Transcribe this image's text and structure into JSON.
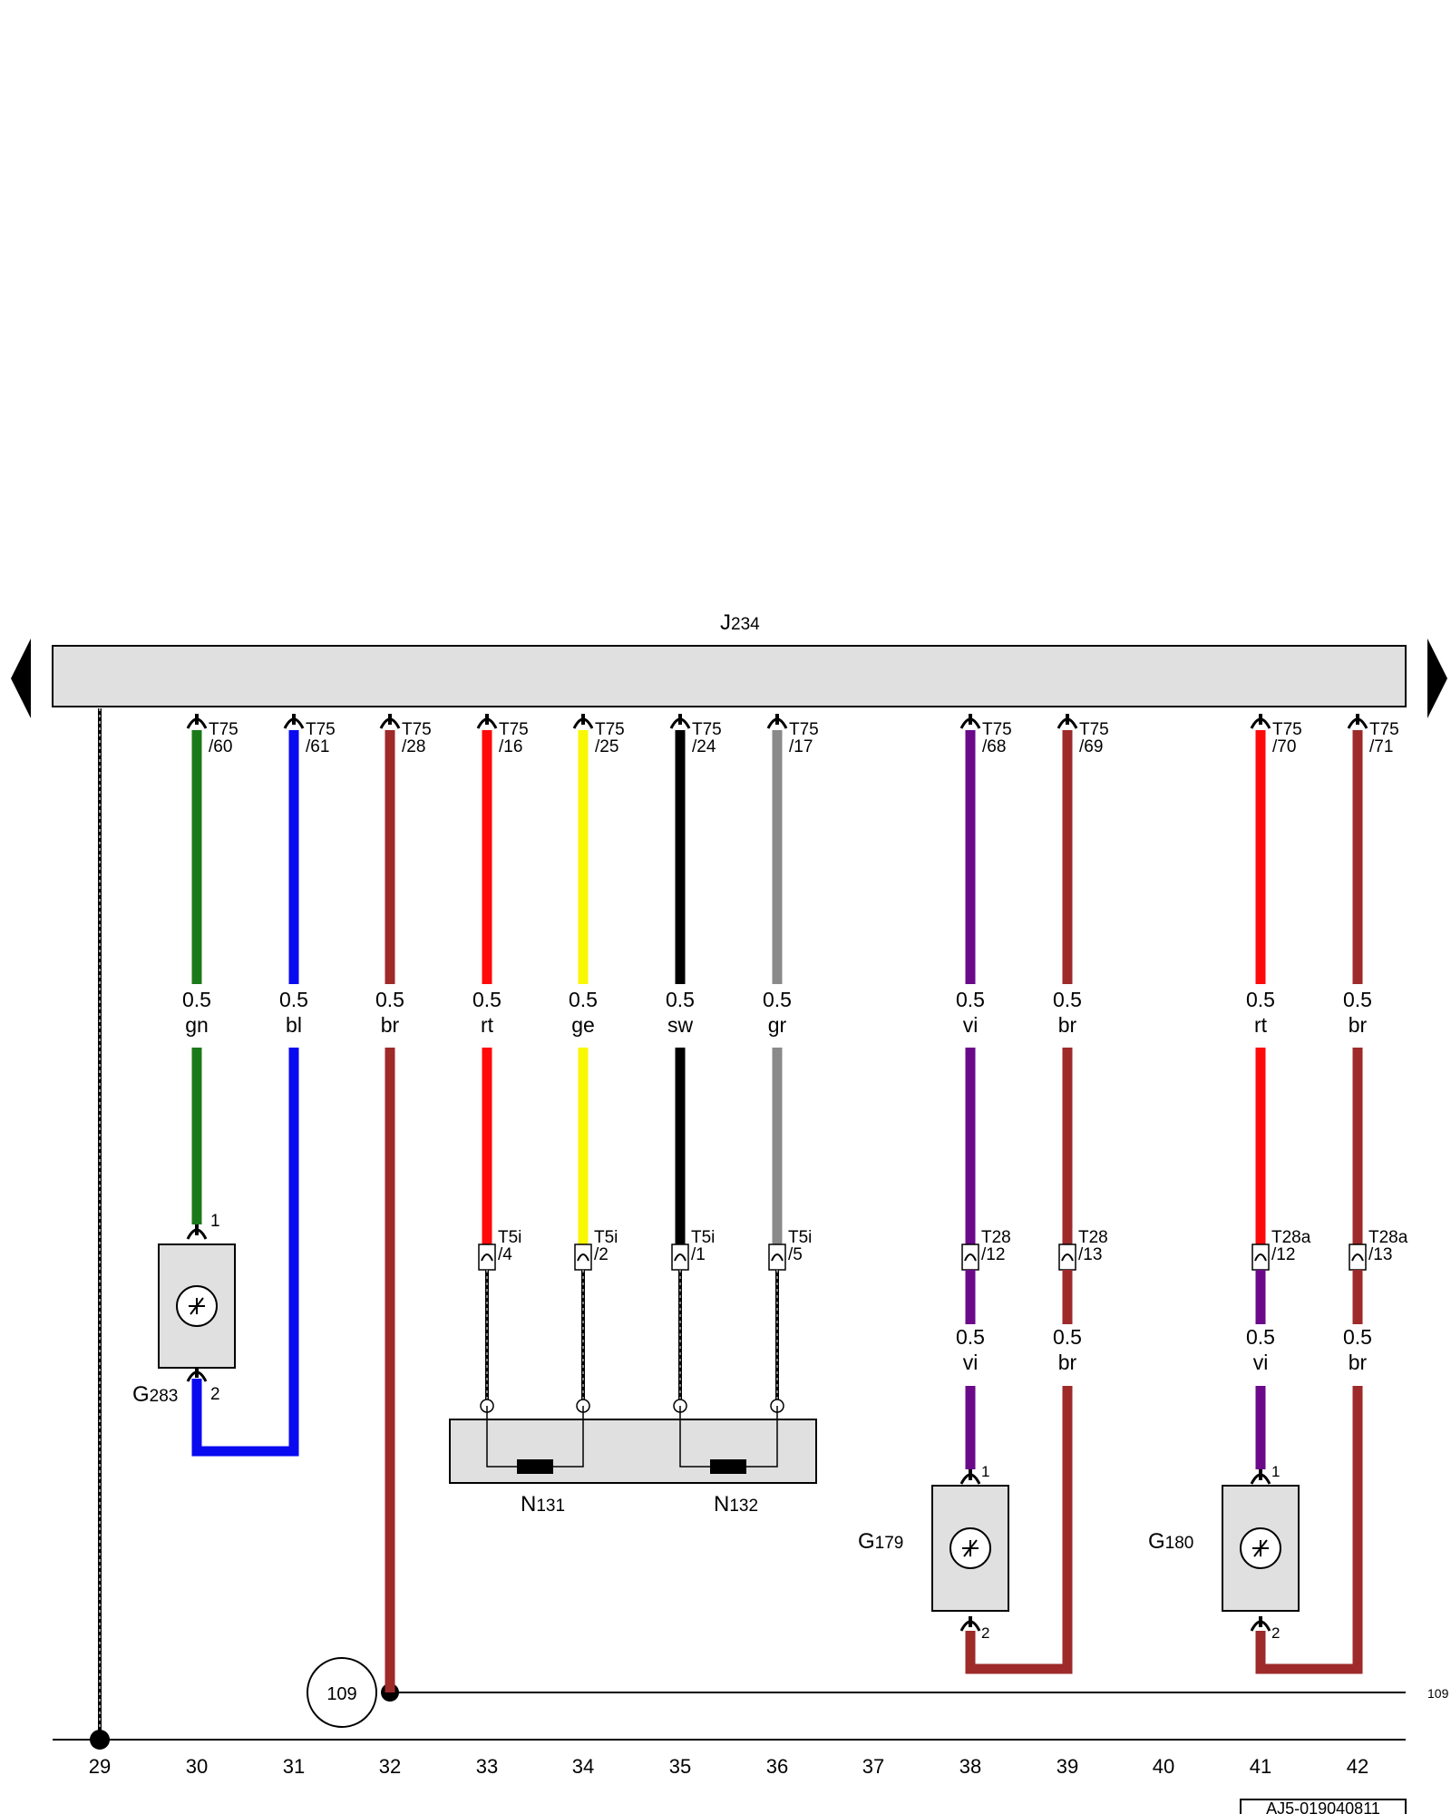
{
  "module": {
    "code": "J",
    "sub": "234"
  },
  "wires": [
    {
      "id": "w30",
      "color": "#1a7a1a",
      "conn": "T75",
      "pin": "/60",
      "size": "0.5",
      "code": "gn"
    },
    {
      "id": "w31",
      "color": "#0a0af0",
      "conn": "T75",
      "pin": "/61",
      "size": "0.5",
      "code": "bl"
    },
    {
      "id": "w32",
      "color": "#9e2a2a",
      "conn": "T75",
      "pin": "/28",
      "size": "0.5",
      "code": "br"
    },
    {
      "id": "w33",
      "color": "#ff0a0a",
      "conn": "T75",
      "pin": "/16",
      "size": "0.5",
      "code": "rt",
      "lconn": "T5i",
      "lpin": "/4"
    },
    {
      "id": "w34",
      "color": "#f8f800",
      "conn": "T75",
      "pin": "/25",
      "size": "0.5",
      "code": "ge",
      "lconn": "T5i",
      "lpin": "/2"
    },
    {
      "id": "w35",
      "color": "#000000",
      "conn": "T75",
      "pin": "/24",
      "size": "0.5",
      "code": "sw",
      "lconn": "T5i",
      "lpin": "/1"
    },
    {
      "id": "w36",
      "color": "#8a8a8a",
      "conn": "T75",
      "pin": "/17",
      "size": "0.5",
      "code": "gr",
      "lconn": "T5i",
      "lpin": "/5"
    },
    {
      "id": "w38",
      "color": "#6a0a8a",
      "conn": "T75",
      "pin": "/68",
      "size": "0.5",
      "code": "vi",
      "lconn": "T28",
      "lpin": "/12",
      "size2": "0.5",
      "code2": "vi"
    },
    {
      "id": "w39",
      "color": "#9e2a2a",
      "conn": "T75",
      "pin": "/69",
      "size": "0.5",
      "code": "br",
      "lconn": "T28",
      "lpin": "/13",
      "size2": "0.5",
      "code2": "br"
    },
    {
      "id": "w41",
      "color": "#ff0a0a",
      "color2": "#6a0a8a",
      "conn": "T75",
      "pin": "/70",
      "size": "0.5",
      "code": "rt",
      "lconn": "T28a",
      "lpin": "/12",
      "size2": "0.5",
      "code2": "vi"
    },
    {
      "id": "w42",
      "color": "#9e2a2a",
      "conn": "T75",
      "pin": "/71",
      "size": "0.5",
      "code": "br",
      "lconn": "T28a",
      "lpin": "/13",
      "size2": "0.5",
      "code2": "br"
    }
  ],
  "components": {
    "g283": {
      "code": "G",
      "sub": "283",
      "pin1": "1",
      "pin2": "2"
    },
    "g179": {
      "code": "G",
      "sub": "179",
      "pin1": "1",
      "pin2": "2"
    },
    "g180": {
      "code": "G",
      "sub": "180",
      "pin1": "1",
      "pin2": "2"
    },
    "n131": {
      "code": "N",
      "sub": "131"
    },
    "n132": {
      "code": "N",
      "sub": "132"
    }
  },
  "ground": {
    "ref": "109",
    "edge_ref": "109"
  },
  "column_numbers": [
    "29",
    "30",
    "31",
    "32",
    "33",
    "34",
    "35",
    "36",
    "37",
    "38",
    "39",
    "40",
    "41",
    "42"
  ],
  "doc_id": "AJ5-019040811",
  "colors": {
    "module_fill": "#e0e0e0",
    "component_fill": "#e0e0e0"
  }
}
